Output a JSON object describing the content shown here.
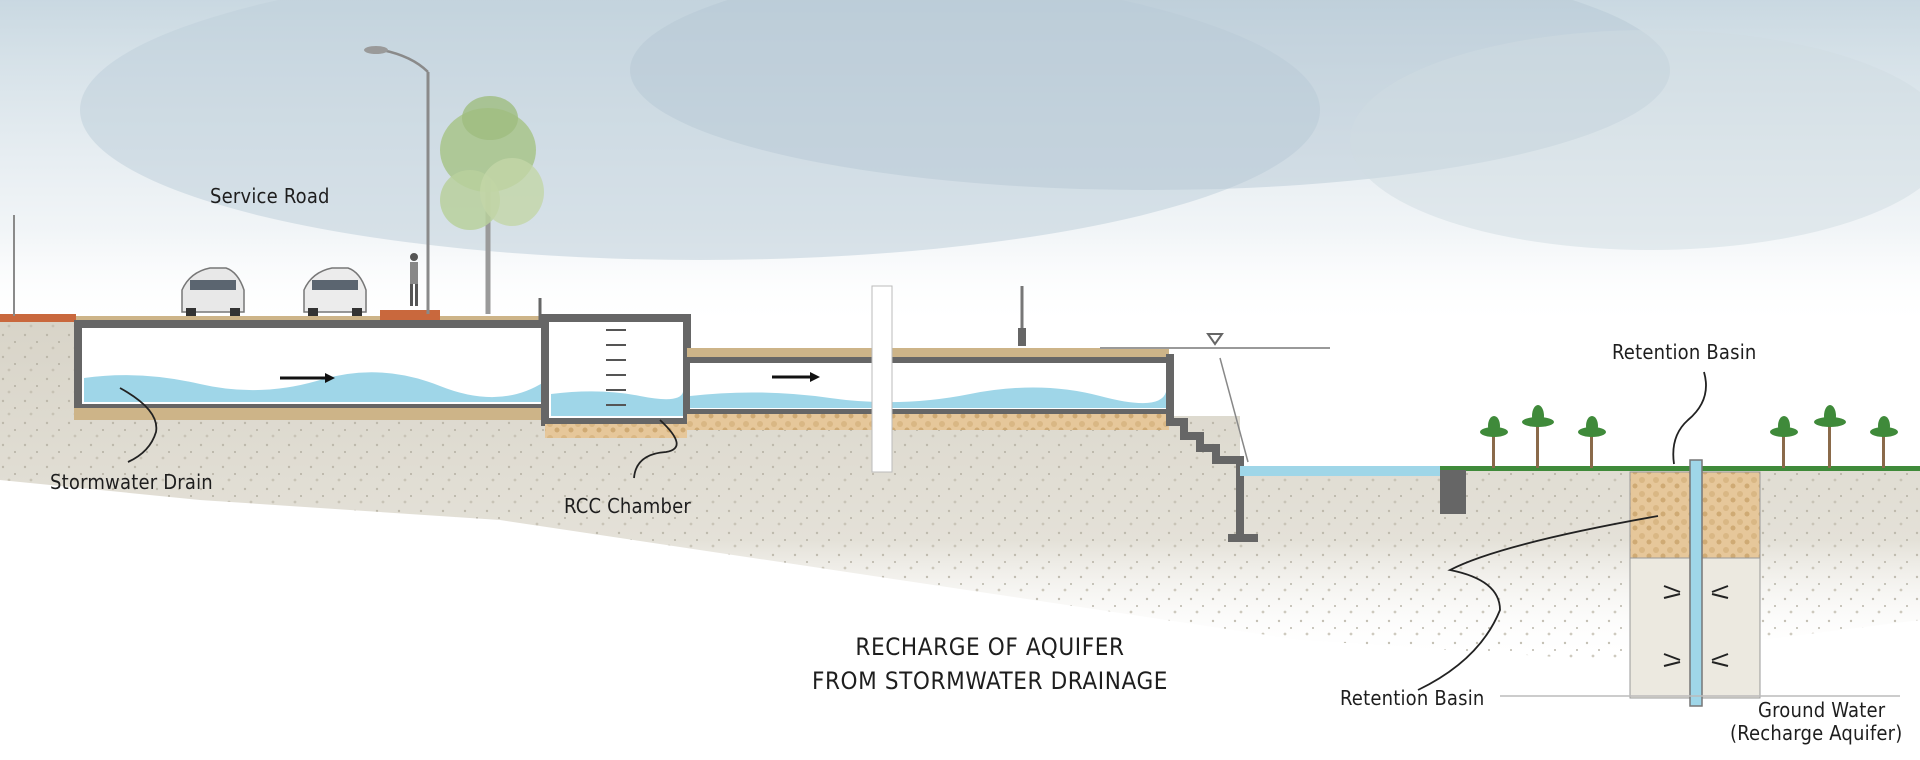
{
  "diagram": {
    "title_line1": "RECHARGE OF AQUIFER",
    "title_line2": "FROM STORMWATER DRAINAGE",
    "labels": {
      "service_road": "Service Road",
      "stormwater_drain": "Stormwater Drain",
      "rcc_chamber": "RCC Chamber",
      "retention_basin_top": "Retention Basin",
      "retention_basin_bottom": "Retention Basin",
      "ground_water_line1": "Ground Water",
      "ground_water_line2": "(Recharge Aquifer)"
    },
    "colors": {
      "water": "#9fd6e8",
      "concrete": "#6b6b6b",
      "soil": "#d9d4c6",
      "grass": "#3f8a3a",
      "filter_media": "#e6c79a"
    }
  }
}
